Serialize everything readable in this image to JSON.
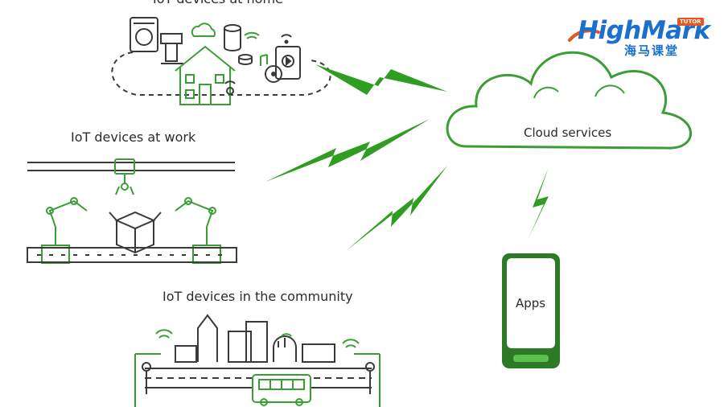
{
  "labels": {
    "home": "IoT devices at home",
    "work": "IoT devices at work",
    "community": "IoT devices in the community",
    "cloud": "Cloud services",
    "apps": "Apps"
  },
  "logo": {
    "brand": "HighMark",
    "tag": "TUTOR",
    "subtitle": "海马课堂"
  },
  "colors": {
    "green": "#3a9e35",
    "lightning": "#2f9d22",
    "dark": "#3a3a3a",
    "brand_blue": "#1a6fd1",
    "brand_orange": "#e8541c"
  },
  "icons": [
    "washing-machine-icon",
    "coffee-maker-icon",
    "cloud-icon",
    "database-icon",
    "wifi-icon",
    "speaker-icon",
    "music-note-icon",
    "house-icon",
    "conveyor-icon",
    "robot-arm-icon",
    "box-icon",
    "city-skyline-icon",
    "bus-icon",
    "lightning-icon",
    "phone-icon"
  ]
}
